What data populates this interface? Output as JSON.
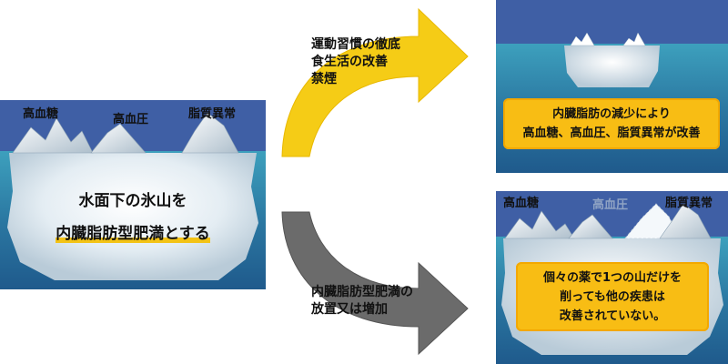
{
  "left_panel": {
    "labels": [
      "高血糖",
      "高血圧",
      "脂質異常"
    ],
    "main_line1": "水面下の氷山を",
    "main_line2": "内臓脂肪型肥満とする"
  },
  "upper_arrow": {
    "lines": [
      "運動習慣の徹底",
      "食生活の改善",
      "禁煙"
    ]
  },
  "lower_arrow": {
    "lines": [
      "内臓脂肪型肥満の",
      "放置又は増加"
    ]
  },
  "top_right_panel": {
    "box_lines": [
      "内臓脂肪の減少により",
      "高血糖、高血圧、脂質異常が改善"
    ]
  },
  "bottom_right_panel": {
    "labels": [
      "高血糖",
      "高血圧",
      "脂質異常"
    ],
    "box_lines": [
      "個々の薬で1つの山だけを",
      "削っても他の疾患は",
      "改善されていない。"
    ]
  },
  "colors": {
    "sky": "#3f5fa5",
    "water": "#2e83a8",
    "box": "#f8bd14",
    "arrow_upper": "#f5cc16",
    "arrow_lower": "#6b6b6b"
  }
}
